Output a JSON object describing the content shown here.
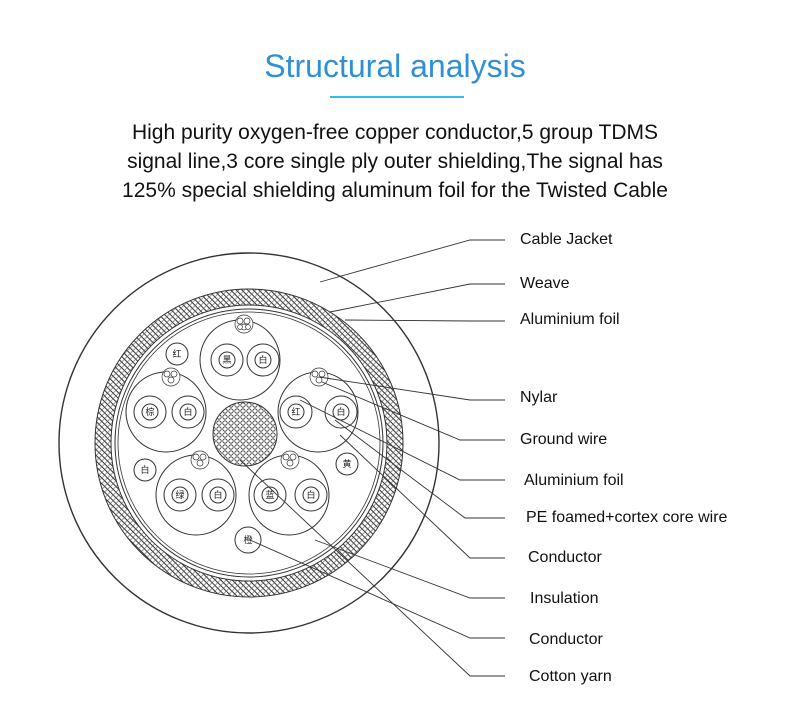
{
  "title": "Structural analysis",
  "description": [
    "High purity oxygen-free copper conductor,5 group TDMS",
    "signal line,3 core single ply outer shielding,The signal has",
    "125% special shielding aluminum foil for the Twisted Cable"
  ],
  "labels": [
    "Cable Jacket",
    "Weave",
    "Aluminium foil",
    "Nylar",
    "Ground wire",
    "Aluminium foil",
    "PE foamed+cortex core wire",
    "Conductor",
    "Insulation",
    "Conductor",
    "Cotton yarn"
  ],
  "wire_marks": {
    "top_pair": [
      "黑",
      "白"
    ],
    "left_pair": [
      "棕",
      "白"
    ],
    "right_pair": [
      "红",
      "白"
    ],
    "bottom_left_pair": [
      "绿",
      "白"
    ],
    "bottom_right_pair": [
      "蓝",
      "白"
    ],
    "single_top": "红",
    "single_left": "白",
    "single_right": "黄",
    "single_bottom": "橙"
  }
}
